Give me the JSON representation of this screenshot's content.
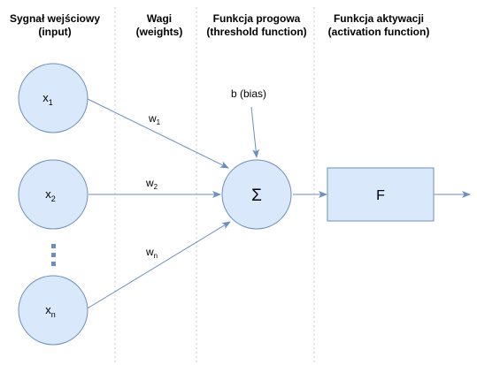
{
  "headers": [
    {
      "line1": "Sygnał wejściowy",
      "line2": "(input)"
    },
    {
      "line1": "Wagi",
      "line2": "(weights)"
    },
    {
      "line1": "Funkcja progowa",
      "line2": "(threshold function)"
    },
    {
      "line1": "Funkcja aktywacji",
      "line2": "(activation function)"
    }
  ],
  "inputs": [
    {
      "base": "x",
      "sub": "1"
    },
    {
      "base": "x",
      "sub": "2"
    },
    {
      "base": "x",
      "sub": "n"
    }
  ],
  "weights": [
    {
      "base": "w",
      "sub": "1"
    },
    {
      "base": "w",
      "sub": "2"
    },
    {
      "base": "w",
      "sub": "n"
    }
  ],
  "bias_label": "b (bias)",
  "sum_symbol": "Σ",
  "activation_label": "F",
  "colors": {
    "node_fill": "#dae8fc",
    "node_stroke": "#6c8ebf",
    "edge": "#6c8ebf",
    "separator": "#c8c8c8",
    "dots": "#6c8ebf"
  }
}
